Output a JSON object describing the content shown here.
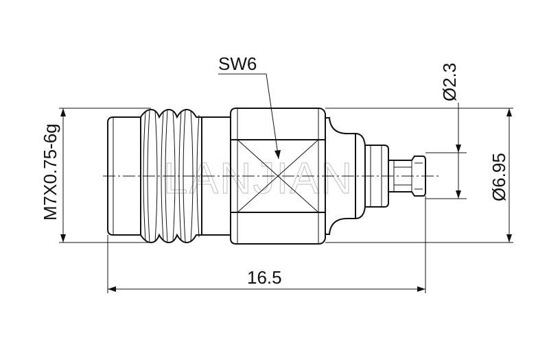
{
  "drawing": {
    "labels": {
      "sw": "SW6",
      "thread": "M7X0.75-6g",
      "dia_small": "Ø2.3",
      "dia_large": "Ø6.95",
      "length": "16.5"
    },
    "watermark": "LANJIAN",
    "colors": {
      "ink": "#111111",
      "watermark": "#c9c9c9",
      "background": "#ffffff"
    }
  }
}
